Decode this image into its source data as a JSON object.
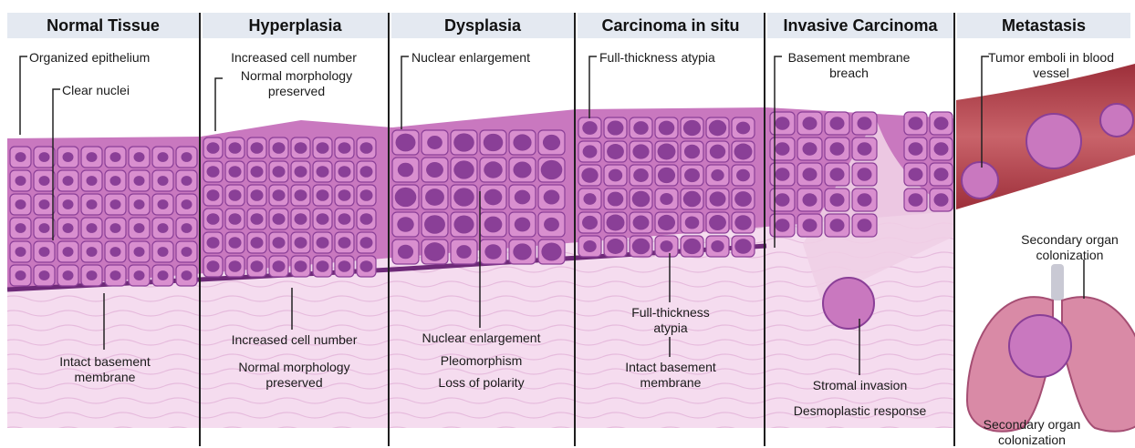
{
  "panels": [
    {
      "title": "Normal Tissue"
    },
    {
      "title": "Hyperplasia"
    },
    {
      "title": "Dysplasia"
    },
    {
      "title": "Carcinoma in situ"
    },
    {
      "title": "Invasive Carcinoma"
    },
    {
      "title": "Metastasis"
    }
  ],
  "labels": {
    "normal_epithelium": "Organized epithelium",
    "normal_nuclei": "Clear nuclei",
    "normal_membrane": "Intact basement membrane",
    "hyper_top_count": "Increased cell number",
    "hyper_top_morph": "Normal morphology preserved",
    "hyper_bottom_count": "Increased cell number",
    "hyper_bottom_morph": "Normal morphology preserved",
    "dys_top_nuclear": "Nuclear enlargement",
    "dys_bottom_nuclear": "Nuclear enlargement",
    "dys_pleo": "Pleomorphism",
    "dys_polarity": "Loss of polarity",
    "cis_top_atypia": "Full-thickness atypia",
    "cis_mid_atypia": "Full-thickness atypia",
    "cis_membrane": "Intact basement membrane",
    "inv_breach": "Basement membrane breach",
    "inv_stromal": "Stromal invasion",
    "inv_desmo": "Desmoplastic response",
    "met_emboli": "Tumor emboli in blood vessel",
    "met_colon_right": "Secondary organ colonization",
    "met_colon_bottom": "Secondary organ colonization"
  },
  "colors": {
    "header_bg": "#e4e9f1",
    "cell": "#d98fcf",
    "nucleus": "#8a3f97",
    "stroma": "#f3d7ec",
    "vessel": "#b5454f",
    "lung": "#d98aa6"
  }
}
